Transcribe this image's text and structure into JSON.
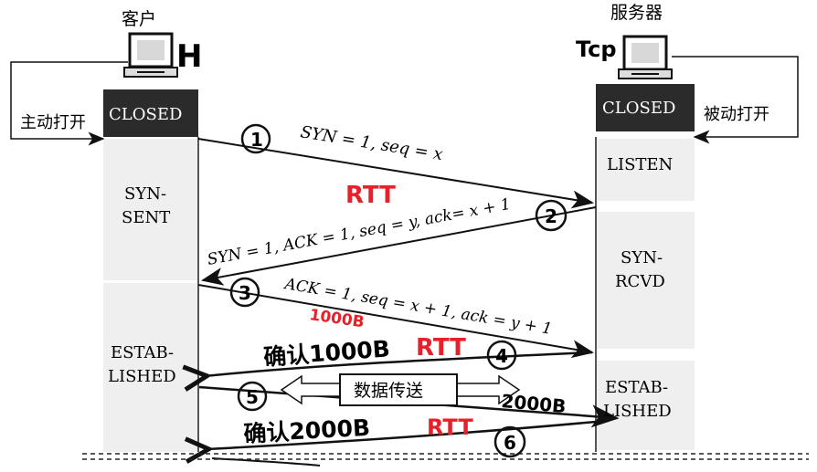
{
  "client": {
    "title": "客户",
    "handwritten_label": "H",
    "active_open_label": "主动打开",
    "closed_state": "CLOSED"
  },
  "server": {
    "title": "服务器",
    "handwritten_label": "Tcp",
    "passive_open_label": "被动打开",
    "closed_state": "CLOSED"
  },
  "client_states": {
    "syn_sent_1": "SYN-",
    "syn_sent_2": "SENT",
    "established_1": "ESTAB-",
    "established_2": "LISHED"
  },
  "server_states": {
    "listen": "LISTEN",
    "syn_rcvd_1": "SYN-",
    "syn_rcvd_2": "RCVD",
    "established_1": "ESTAB-",
    "established_2": "LISHED"
  },
  "messages": {
    "msg1": "SYN = 1, seq = x",
    "msg2": "SYN = 1, ACK = 1, seq = y, ack= x + 1",
    "msg3": "ACK = 1, seq = x + 1, ack = y + 1",
    "data_transfer": "数据传送"
  },
  "annotations": {
    "step1": "1",
    "step2": "2",
    "step3": "3",
    "step4": "4",
    "step5": "5",
    "step6": "6",
    "rtt1": "RTT",
    "rtt2": "RTT",
    "rtt3": "RTT",
    "bytes_1000_red": "1000B",
    "ack_1000": "确认1000B",
    "data_2000": "2000B",
    "ack_2000": "确认2000B"
  },
  "colors": {
    "annotation_red": "#e8202a",
    "state_box": "#2b2b2b",
    "state_panel": "#efefef"
  }
}
